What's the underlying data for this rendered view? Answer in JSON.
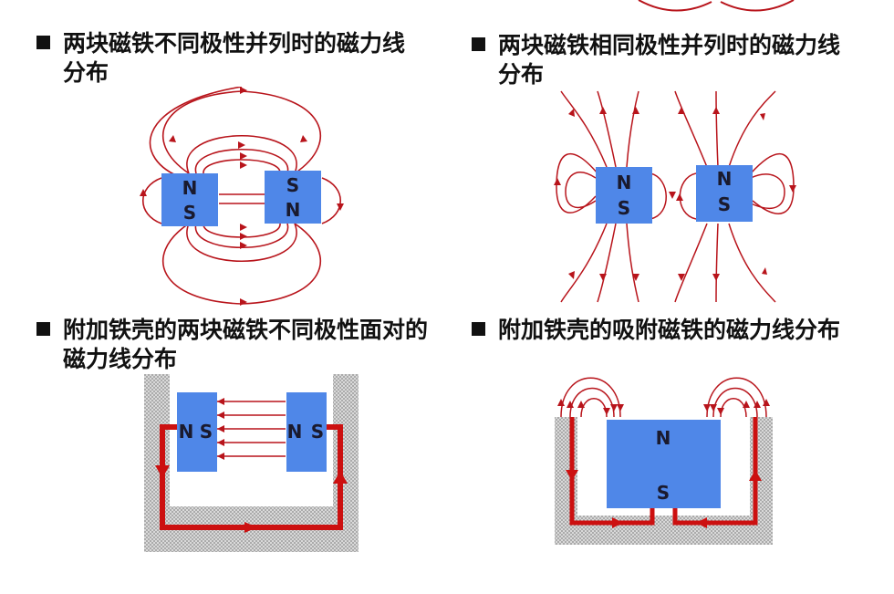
{
  "captions": {
    "top_left": {
      "line1": "两块磁铁不同极性并列时的磁力线",
      "line2": "分布"
    },
    "top_right": {
      "line1": "两块磁铁相同极性并列时的磁力线",
      "line2": "分布"
    },
    "bottom_left": {
      "line1": "附加铁壳的两块磁铁不同极性面对的",
      "line2": "磁力线分布"
    },
    "bottom_right": {
      "line1": "附加铁壳的吸附磁铁的磁力线分布"
    }
  },
  "magnets": {
    "tl_left": {
      "top": "N",
      "bottom": "S"
    },
    "tl_right": {
      "top": "S",
      "bottom": "N"
    },
    "tr_left": {
      "top": "N",
      "bottom": "S"
    },
    "tr_right": {
      "top": "N",
      "bottom": "S"
    },
    "bl_left": {
      "left": "N",
      "right": "S"
    },
    "bl_right": {
      "left": "N",
      "right": "S"
    },
    "br": {
      "top": "N",
      "bottom": "S"
    }
  },
  "colors": {
    "magnet": "#4f87e8",
    "field_line": "#b8141b",
    "shell": "#bdbdbd"
  }
}
